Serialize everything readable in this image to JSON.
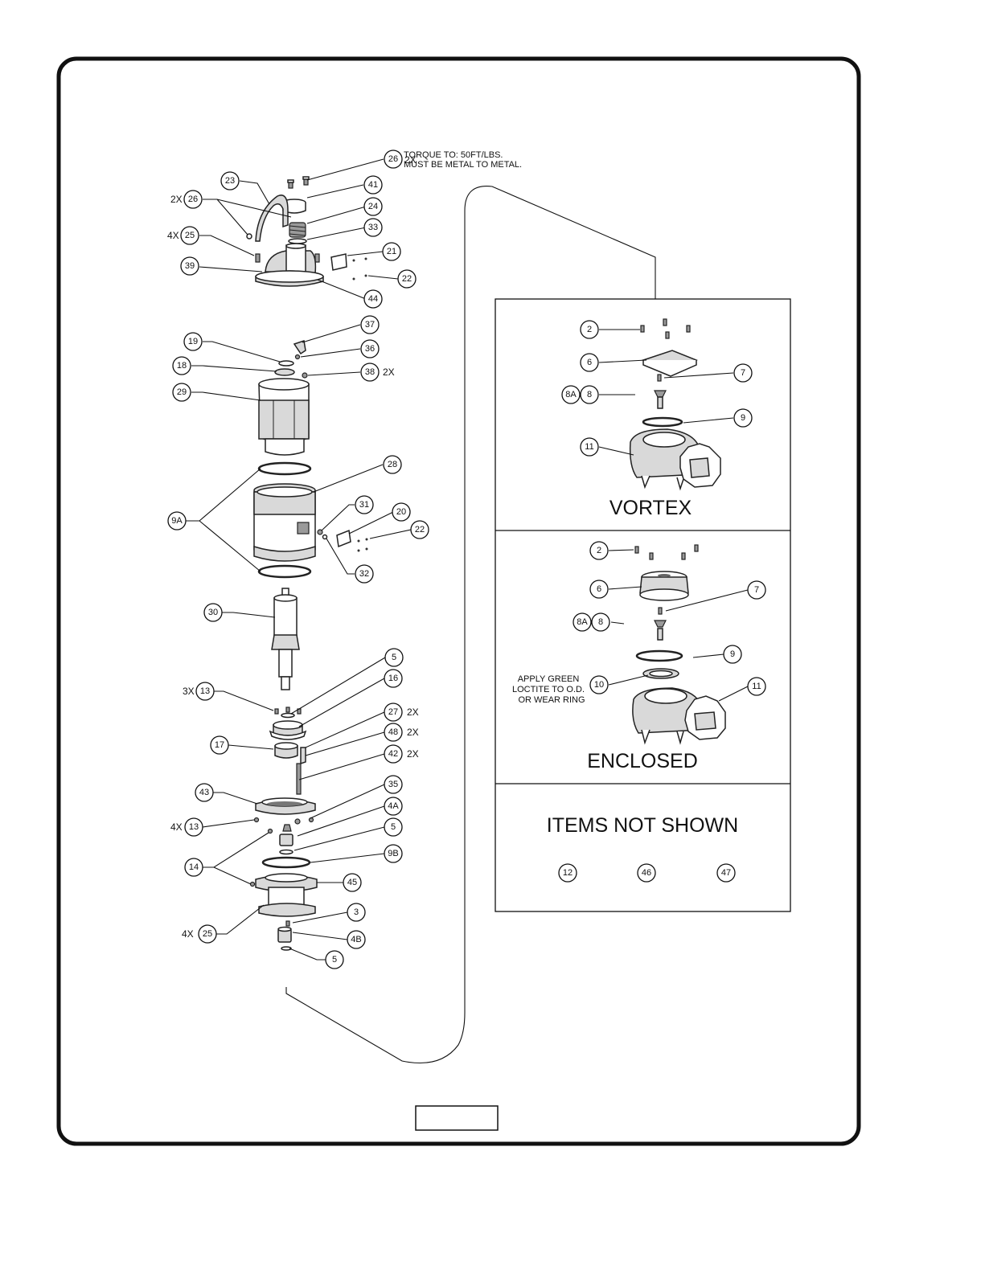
{
  "notes": {
    "torque_line1": "TORQUE TO: 50FT/LBS.",
    "torque_line2": "MUST BE METAL TO METAL.",
    "loctite_line1": "APPLY GREEN",
    "loctite_line2": "LOCTITE TO O.D.",
    "loctite_line3": "OR WEAR RING"
  },
  "panels": {
    "vortex_title": "VORTEX",
    "enclosed_title": "ENCLOSED",
    "not_shown_title": "ITEMS NOT SHOWN"
  },
  "callouts": {
    "c26_top": "26",
    "c41": "41",
    "c23": "23",
    "c26_left": "26",
    "c24": "24",
    "c33": "33",
    "c25_top": "25",
    "c21": "21",
    "c39": "39",
    "c22_top": "22",
    "c44": "44",
    "c37": "37",
    "c19": "19",
    "c36": "36",
    "c18": "18",
    "c38": "38",
    "c29": "29",
    "c28": "28",
    "c31": "31",
    "c20": "20",
    "c9A": "9A",
    "c22_mid": "22",
    "c32": "32",
    "c30": "30",
    "c5_a": "5",
    "c16": "16",
    "c13_a": "13",
    "c27": "27",
    "c48": "48",
    "c17": "17",
    "c42": "42",
    "c35": "35",
    "c43": "43",
    "c4A": "4A",
    "c13_b": "13",
    "c5_b": "5",
    "c9B": "9B",
    "c14": "14",
    "c45": "45",
    "c3": "3",
    "c25_bot": "25",
    "c4B": "4B",
    "c5_c": "5",
    "v2": "2",
    "v6": "6",
    "v7": "7",
    "v8A": "8A",
    "v8": "8",
    "v9": "9",
    "v11": "11",
    "e2": "2",
    "e6": "6",
    "e7": "7",
    "e8A": "8A",
    "e8": "8",
    "e9": "9",
    "e10": "10",
    "e11": "11",
    "n12": "12",
    "n46": "46",
    "n47": "47"
  },
  "quantities": {
    "q26_top": "2X",
    "q26_left": "2X",
    "q25_top": "4X",
    "q38": "2X",
    "q13_a": "3X",
    "q27": "2X",
    "q48": "2X",
    "q42": "2X",
    "q13_b": "4X",
    "q25_bot": "4X"
  }
}
